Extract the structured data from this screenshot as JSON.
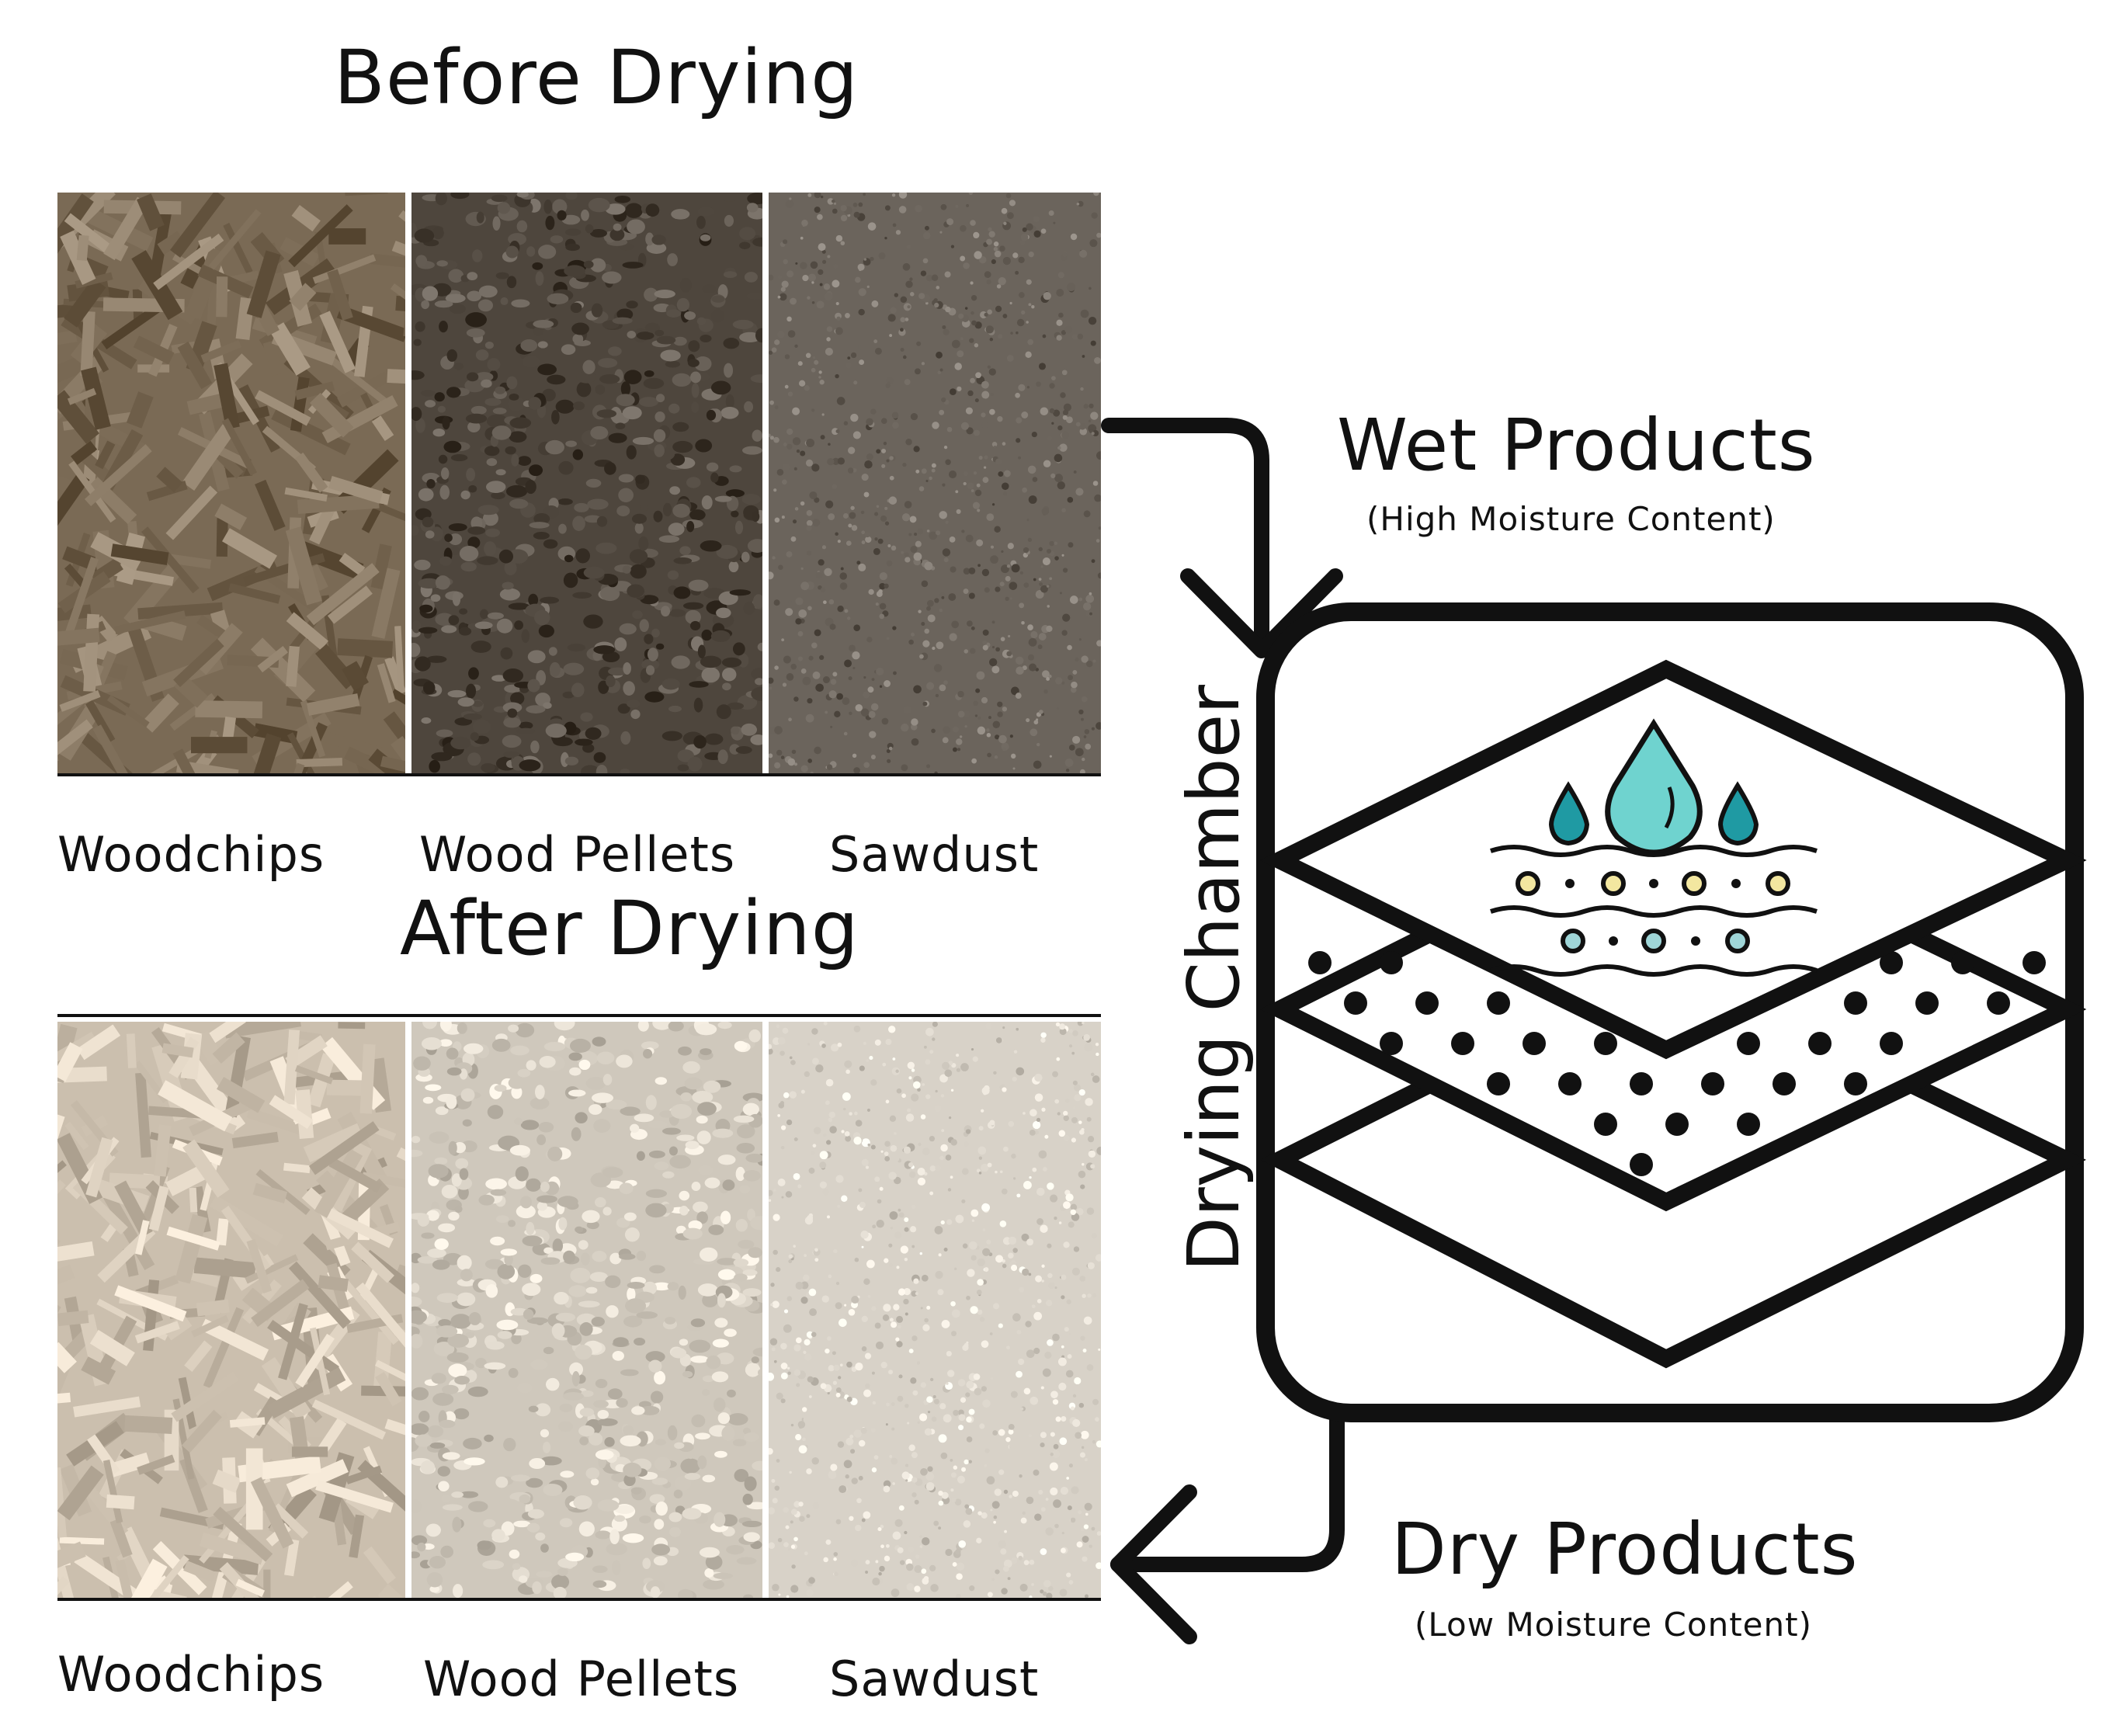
{
  "before": {
    "title": "Before Drying",
    "labels": [
      "Woodchips",
      "Wood Pellets",
      "Sawdust"
    ]
  },
  "after": {
    "title": "After Drying",
    "labels": [
      "Woodchips",
      "Wood Pellets",
      "Sawdust"
    ]
  },
  "chamber": {
    "label": "Drying Chamber"
  },
  "inflow": {
    "title": "Wet Products",
    "subtitle": "(High Moisture Content)"
  },
  "outflow": {
    "title": "Dry Products",
    "subtitle": "(Low Moisture Content)"
  },
  "colors": {
    "line": "#111111",
    "droplet_fill": "#6fd3cf",
    "droplet_dark": "#1f9aa3",
    "dot_yellow": "#f3e7a0",
    "dot_teal": "#9fd6d8",
    "before_woodchips": "#7a6a55",
    "before_pellets": "#4e463d",
    "before_sawdust": "#6b645c",
    "after_woodchips": "#cbbfae",
    "after_pellets": "#cfc8bc",
    "after_sawdust": "#d8d2c8"
  },
  "icons": {
    "moisture": "water-drops-waves-icon",
    "arrow_in": "arrow-down-icon",
    "arrow_out": "arrow-left-icon"
  }
}
